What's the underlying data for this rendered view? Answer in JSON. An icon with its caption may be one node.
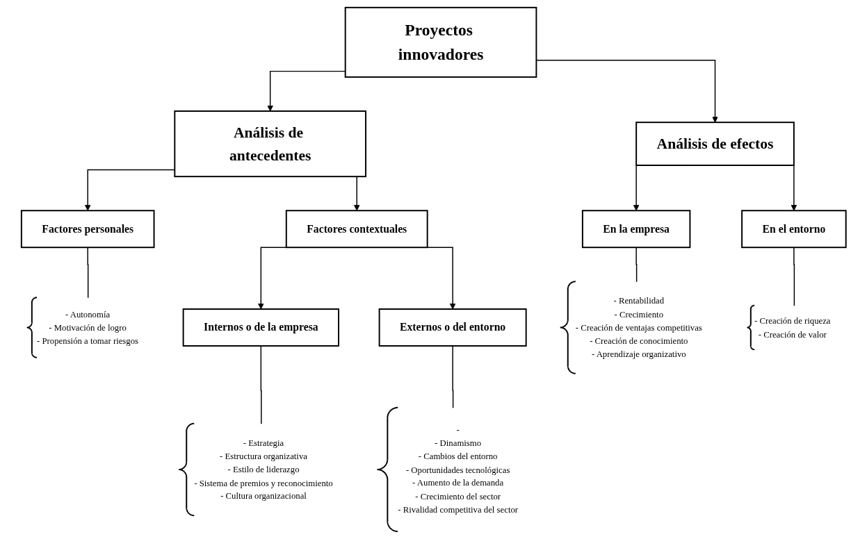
{
  "diagram": {
    "nodes": [
      {
        "text": [
          "Proyectos innovadores"
        ]
      },
      {
        "text": [
          "Análisis de antecedentes"
        ]
      },
      {
        "text": [
          "Análisis de efectos"
        ]
      },
      {
        "text": [
          "Factores personales"
        ]
      },
      {
        "text": [
          "Factores contextuales"
        ]
      },
      {
        "text": [
          "En la empresa"
        ]
      },
      {
        "text": [
          "En el entorno"
        ]
      },
      {
        "text": [
          "- Autonomía",
          "- Motivación de logro",
          "- Propensión a tomar riesgos"
        ]
      },
      {
        "text": [
          "Internos o de la empresa"
        ]
      },
      {
        "text": [
          "Externos o del entorno"
        ]
      },
      {
        "text": [
          "- Rentabilidad",
          "- Crecimiento",
          "- Creación de ventajas competitivas",
          "- Creación de conocimiento",
          "- Aprendizaje organizativo"
        ]
      },
      {
        "text": [
          "- Creación de riqueza",
          "- Creación de valor"
        ]
      },
      {
        "text": [
          "- Estrategia",
          "- Estructura organizativa",
          "- Estilo de liderazgo",
          "- Sistema de premios y reconocimiento",
          "- Cultura organizacional"
        ]
      },
      {
        "text": [
          "-",
          "- Dinamismo",
          "- Cambios del entorno",
          "- Oportunidades tecnológicas",
          "- Aumento de la demanda",
          "- Crecimiento del sector",
          "- Rivalidad competitiva del sector"
        ]
      }
    ],
    "edges": [
      {
        "from": 0,
        "to": 1,
        "arrow": "to"
      },
      {
        "from": 0,
        "to": 2,
        "arrow": "to"
      },
      {
        "from": 1,
        "to": 3,
        "arrow": "to"
      },
      {
        "from": 1,
        "to": 4,
        "arrow": "to"
      },
      {
        "from": 2,
        "to": 5,
        "arrow": "to"
      },
      {
        "from": 2,
        "to": 6,
        "arrow": "to"
      },
      {
        "from": 3,
        "to": 7,
        "arrow": "none"
      },
      {
        "from": 4,
        "to": 8,
        "arrow": "to"
      },
      {
        "from": 4,
        "to": 9,
        "arrow": "to"
      },
      {
        "from": 5,
        "to": 10,
        "arrow": "none"
      },
      {
        "from": 6,
        "to": 11,
        "arrow": "none"
      },
      {
        "from": 8,
        "to": 12,
        "arrow": "none"
      },
      {
        "from": 9,
        "to": 13,
        "arrow": "none"
      }
    ]
  }
}
